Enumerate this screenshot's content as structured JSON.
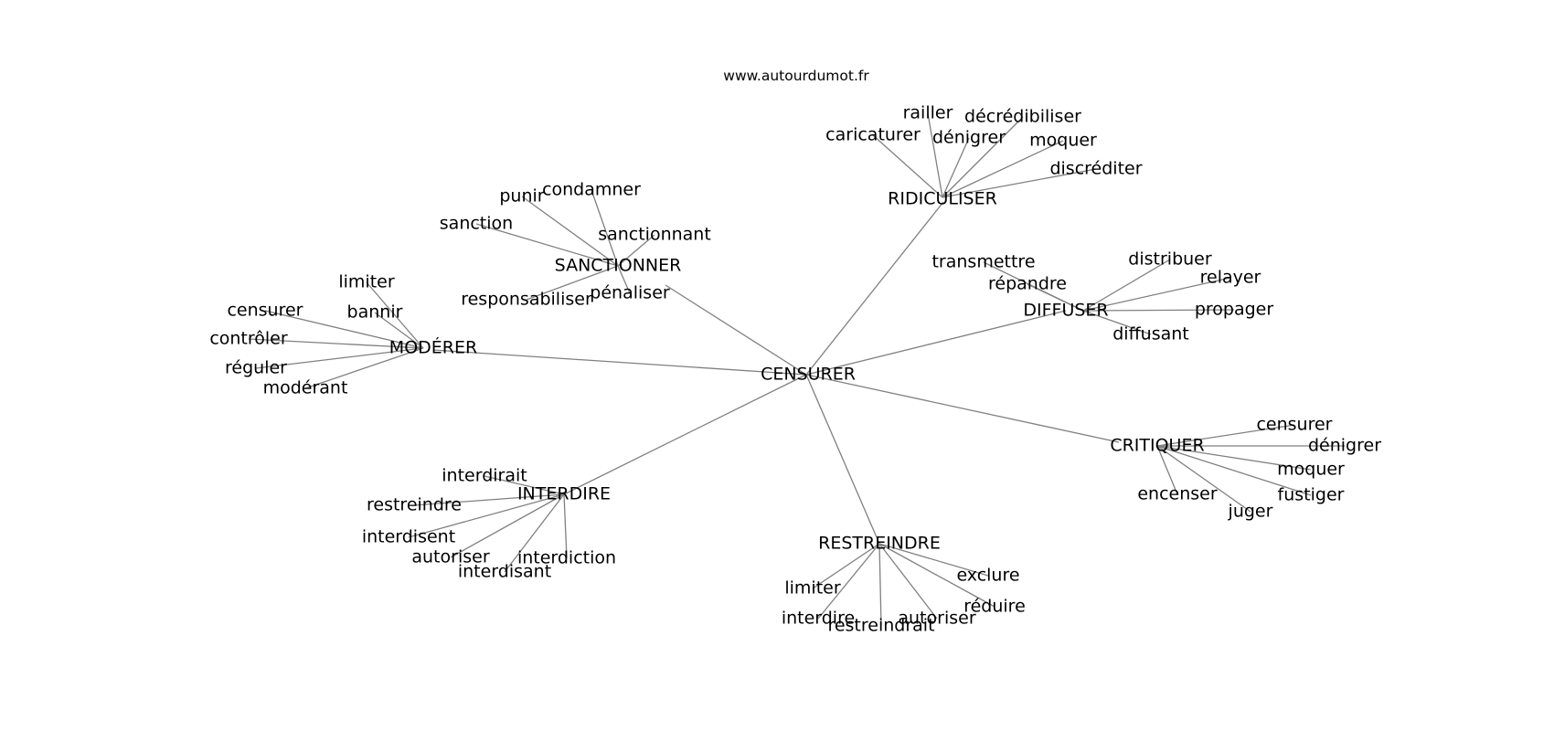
{
  "header": {
    "site": "www.autourdumot.fr"
  },
  "graph": {
    "root": "CENSURER",
    "hubs": [
      {
        "word": "SANCTIONNER",
        "leaves": [
          "punir",
          "condamner",
          "sanction",
          "sanctionnant",
          "responsabiliser",
          "pénaliser"
        ]
      },
      {
        "word": "RIDICULISER",
        "leaves": [
          "railler",
          "décrédibiliser",
          "caricaturer",
          "dénigrer",
          "moquer",
          "discréditer"
        ]
      },
      {
        "word": "MODÉRER",
        "leaves": [
          "limiter",
          "censurer",
          "bannir",
          "contrôler",
          "réguler",
          "modérant"
        ]
      },
      {
        "word": "DIFFUSER",
        "leaves": [
          "transmettre",
          "distribuer",
          "relayer",
          "répandre",
          "propager",
          "diffusant"
        ]
      },
      {
        "word": "CRITIQUER",
        "leaves": [
          "censurer",
          "dénigrer",
          "moquer",
          "encenser",
          "fustiger",
          "juger"
        ]
      },
      {
        "word": "INTERDIRE",
        "leaves": [
          "interdirait",
          "restreindre",
          "interdisent",
          "autoriser",
          "interdiction",
          "interdisant"
        ]
      },
      {
        "word": "RESTREINDRE",
        "leaves": [
          "exclure",
          "limiter",
          "réduire",
          "interdire",
          "autoriser",
          "restreindrait"
        ]
      }
    ]
  }
}
